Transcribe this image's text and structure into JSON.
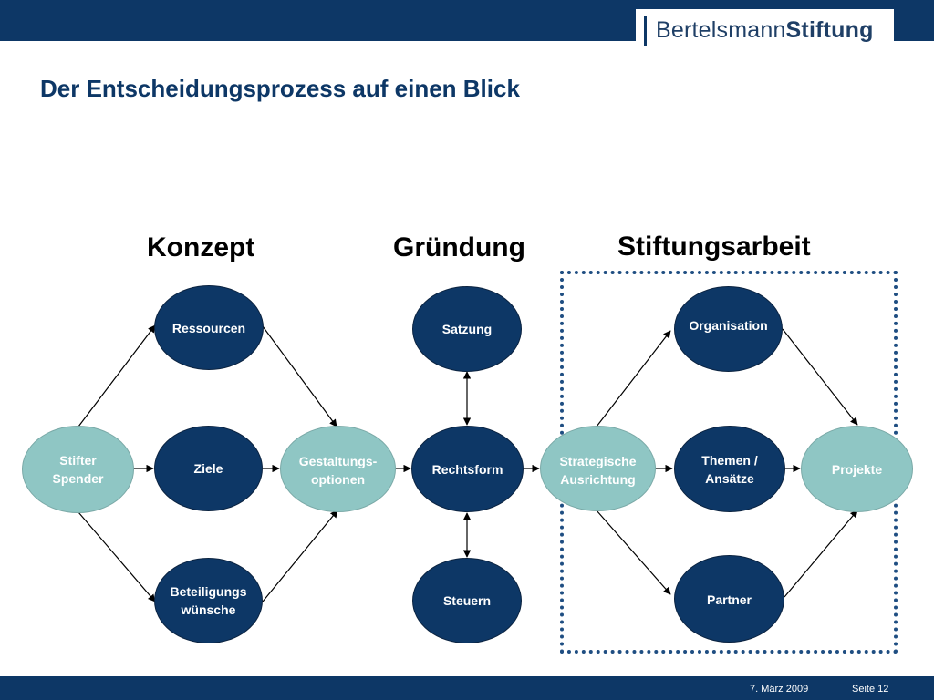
{
  "header": {
    "logo_part1": "Bertelsmann",
    "logo_part2": "Stiftung"
  },
  "slide": {
    "title": "Der Entscheidungsprozess auf einen Blick"
  },
  "headings": {
    "konzept": "Konzept",
    "gruendung": "Gründung",
    "stiftungsarbeit": "Stiftungsarbeit"
  },
  "nodes": {
    "stifter": {
      "line1": "Stifter",
      "line2": "Spender"
    },
    "ressourcen": {
      "label": "Ressourcen"
    },
    "ziele": {
      "label": "Ziele"
    },
    "beteiligung": {
      "line1": "Beteiligungs",
      "line2": "wünsche"
    },
    "gestaltung": {
      "line1": "Gestaltungs-",
      "line2": "optionen"
    },
    "satzung": {
      "label": "Satzung"
    },
    "rechtsform": {
      "label": "Rechtsform"
    },
    "steuern": {
      "label": "Steuern"
    },
    "strategische": {
      "line1": "Strategische",
      "line2": "Ausrichtung"
    },
    "organisation": {
      "label": "Organisation"
    },
    "themen": {
      "line1": "Themen /",
      "line2": "Ansätze"
    },
    "partner": {
      "label": "Partner"
    },
    "projekte": {
      "label": "Projekte"
    }
  },
  "colors": {
    "primary_navy": "#0d3766",
    "teal": "#8fc6c4"
  },
  "footer": {
    "date": "7. März 2009",
    "page": "Seite 12"
  }
}
